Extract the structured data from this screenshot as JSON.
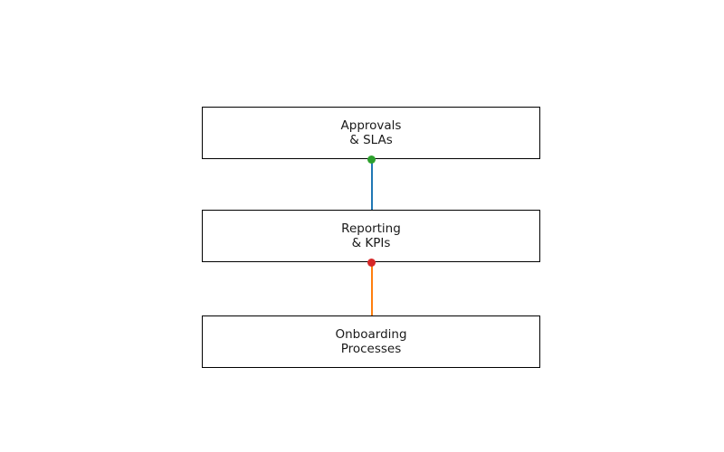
{
  "diagram": {
    "background_color": "#ffffff",
    "box_border_color": "#000000",
    "text_color": "#1a1a1a",
    "nodes": [
      {
        "id": "approvals-slas",
        "label": "Approvals\n& SLAs"
      },
      {
        "id": "reporting-kpis",
        "label": "Reporting\n& KPIs"
      },
      {
        "id": "onboarding-processes",
        "label": "Onboarding\nProcesses"
      }
    ],
    "connectors": [
      {
        "from": "approvals-slas",
        "to": "reporting-kpis",
        "line_color": "#1f77b4",
        "dot_color": "#2ca02c"
      },
      {
        "from": "reporting-kpis",
        "to": "onboarding-processes",
        "line_color": "#ff7f0e",
        "dot_color": "#d62728"
      }
    ]
  }
}
